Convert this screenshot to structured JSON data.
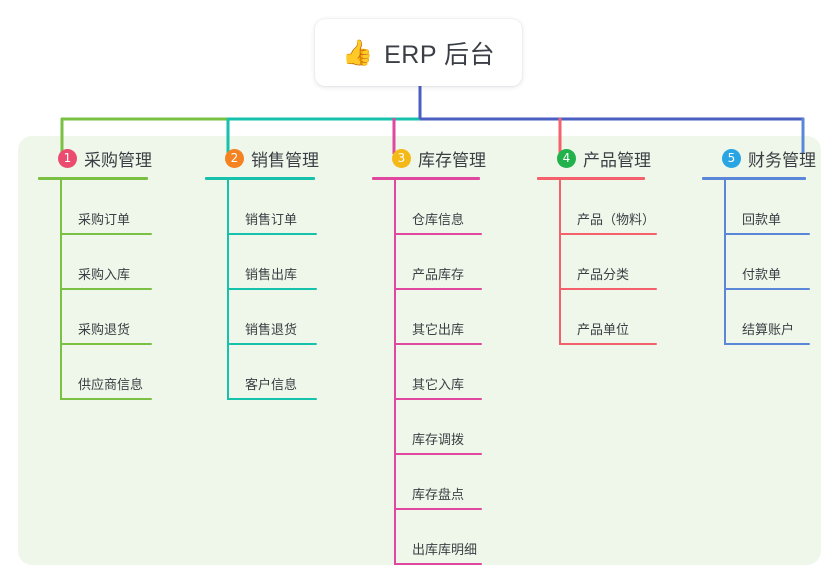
{
  "diagram": {
    "type": "mind-map",
    "orientation": "top-down",
    "canvas_background": "#eef7e9",
    "root": {
      "emoji": "👍",
      "emoji_name": "thumbs-up-emoji",
      "title": "ERP 后台",
      "stem_color": "#4a5fc1"
    },
    "branches": [
      {
        "index": "1",
        "badge_glyph": "❶",
        "badge_color": "#ea4b6e",
        "label": "采购管理",
        "line_color": "#7ac143",
        "children": [
          {
            "label": "采购订单"
          },
          {
            "label": "采购入库"
          },
          {
            "label": "采购退货"
          },
          {
            "label": "供应商信息"
          }
        ]
      },
      {
        "index": "2",
        "badge_glyph": "❷",
        "badge_color": "#f58220",
        "label": "销售管理",
        "line_color": "#16c2ac",
        "children": [
          {
            "label": "销售订单"
          },
          {
            "label": "销售出库"
          },
          {
            "label": "销售退货"
          },
          {
            "label": "客户信息"
          }
        ]
      },
      {
        "index": "3",
        "badge_glyph": "❸",
        "badge_color": "#f5b917",
        "label": "库存管理",
        "line_color": "#e0479e",
        "children": [
          {
            "label": "仓库信息"
          },
          {
            "label": "产品库存"
          },
          {
            "label": "其它出库"
          },
          {
            "label": "其它入库"
          },
          {
            "label": "库存调拨"
          },
          {
            "label": "库存盘点"
          },
          {
            "label": "出库库明细"
          }
        ]
      },
      {
        "index": "4",
        "badge_glyph": "❹",
        "badge_color": "#22b24c",
        "label": "产品管理",
        "line_color": "#f4606c",
        "children": [
          {
            "label": "产品（物料）"
          },
          {
            "label": "产品分类"
          },
          {
            "label": "产品单位"
          }
        ]
      },
      {
        "index": "5",
        "badge_glyph": "❺",
        "badge_color": "#29a5e3",
        "label": "财务管理",
        "line_color": "#5b87d8",
        "children": [
          {
            "label": "回款单"
          },
          {
            "label": "付款单"
          },
          {
            "label": "结算账户"
          }
        ]
      }
    ]
  }
}
